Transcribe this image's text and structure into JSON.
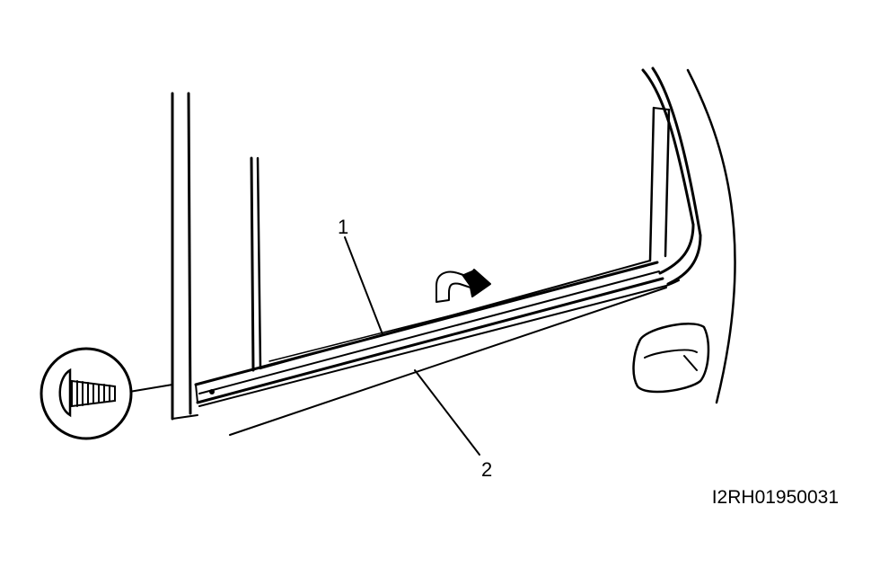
{
  "callouts": {
    "label_1": "1",
    "label_2": "2"
  },
  "figure_id": "I2RH01950031",
  "colors": {
    "ink": "#000000",
    "paper": "#ffffff"
  },
  "icons": {
    "clip_detail": "push-clip-detail-icon",
    "rotation_arrow": "curved-arrow-icon"
  }
}
